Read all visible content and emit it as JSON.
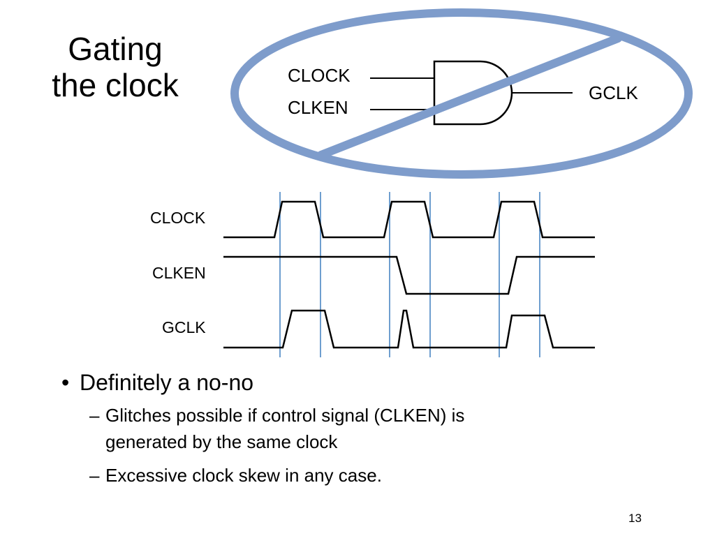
{
  "slide": {
    "title_line1": "Gating",
    "title_line2": "the clock",
    "page_number": "13"
  },
  "gate_diagram": {
    "inputs": [
      "CLOCK",
      "CLKEN"
    ],
    "output": "GCLK",
    "crossed_out": true,
    "strike_color": "#7e9ccb"
  },
  "timing_diagram": {
    "signals": [
      "CLOCK",
      "CLKEN",
      "GCLK"
    ],
    "marker_color": "#3f7fbf"
  },
  "bullets": {
    "main_bullet": "•",
    "main": "Definitely a no-no",
    "sub_dash": "–",
    "sub1_line1": "Glitches possible if control signal (CLKEN) is",
    "sub1_line2": "generated by the same clock",
    "sub2": "Excessive clock skew in any case."
  }
}
